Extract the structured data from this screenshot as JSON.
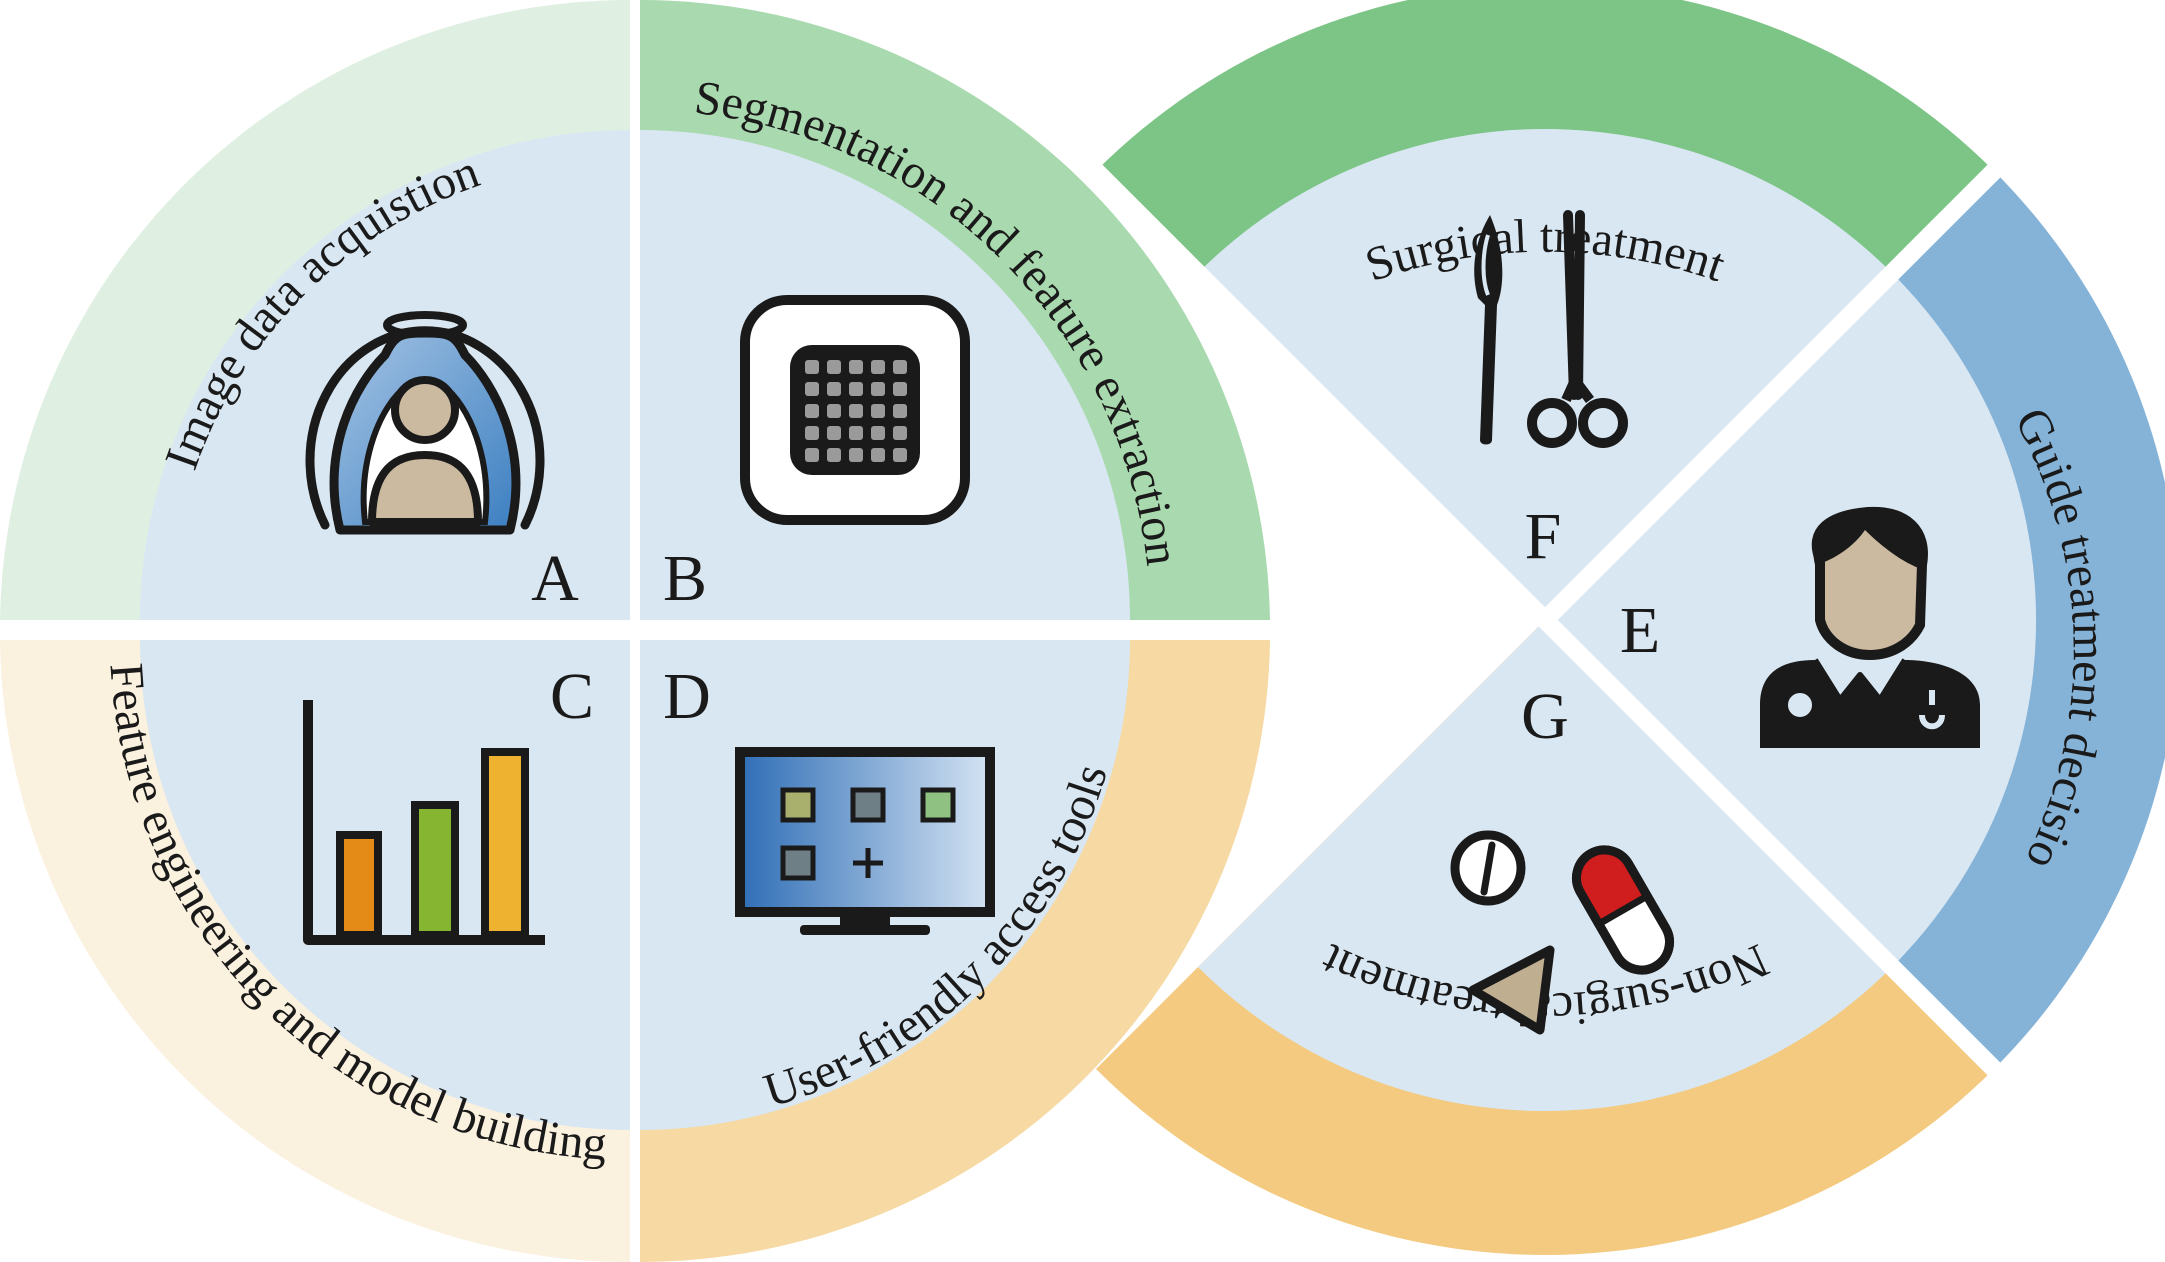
{
  "left_circle": {
    "quadrants": [
      {
        "letter": "A",
        "label": "Image data acquistion",
        "ring_color": "#dff0e3",
        "icon": "mri-scanner-icon"
      },
      {
        "letter": "B",
        "label": "Segmentation and feature extraction",
        "ring_color": "#a9d9ae",
        "icon": "segmentation-grid-icon"
      },
      {
        "letter": "C",
        "label": "Feature engineering and model building",
        "ring_color": "#fbf1df",
        "icon": "bar-chart-icon"
      },
      {
        "letter": "D",
        "label": "User-friendly access tools",
        "ring_color": "#f6d9a3",
        "icon": "monitor-icon"
      }
    ]
  },
  "right_circle": {
    "sectors": [
      {
        "letter": "F",
        "label": "Surgical treatment",
        "ring_color": "#7cc586",
        "icon": "scalpel-scissors-icon"
      },
      {
        "letter": "E",
        "label": "Guide treatment decision",
        "ring_color": "#85b2d7",
        "icon": "doctor-icon"
      },
      {
        "letter": "G",
        "label": "Non-surgical treatment",
        "ring_color": "#f3ca7f",
        "icon": "pills-icon"
      }
    ]
  },
  "inner_fill": "#d9e7f2"
}
